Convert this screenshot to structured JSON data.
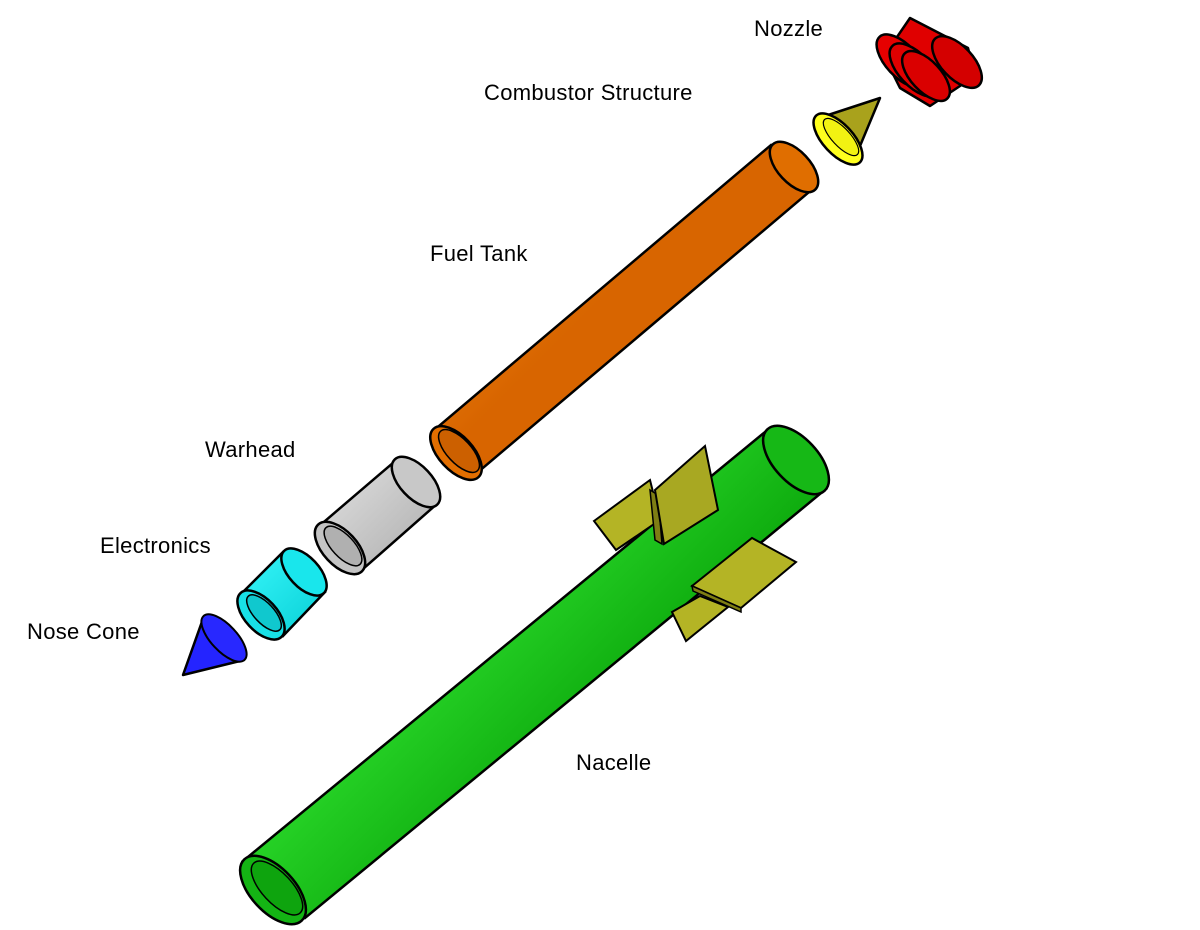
{
  "diagram": {
    "colors": {
      "outline": "#000000",
      "nose_cone": "#2424ff",
      "electronics": "#19e6ec",
      "warhead": "#c8c8c8",
      "fuel_tank": "#e87200",
      "combustor_cone": "#a9a21c",
      "combustor_ring": "#ffff1e",
      "nozzle": "#e00000",
      "nacelle": "#10c010",
      "fins": "#b4b425"
    },
    "labels": {
      "nozzle": "Nozzle",
      "combustor": "Combustor Structure",
      "fuel_tank": "Fuel Tank",
      "warhead": "Warhead",
      "electronics": "Electronics",
      "nose_cone": "Nose Cone",
      "nacelle": "Nacelle"
    }
  }
}
